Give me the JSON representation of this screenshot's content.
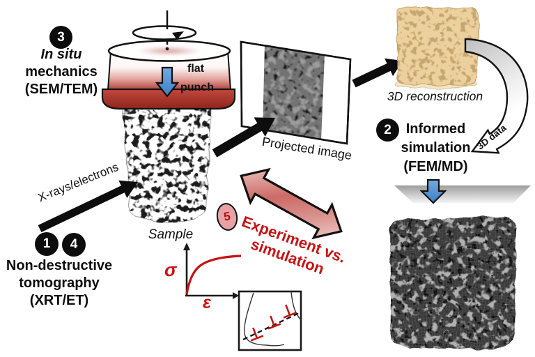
{
  "steps": {
    "mechanics": {
      "badge": "3",
      "lines": [
        "In situ",
        "mechanics",
        "(SEM/TEM)"
      ]
    },
    "tomography": {
      "badges": [
        "1",
        "4"
      ],
      "lines": [
        "Non-destructive",
        "tomography",
        "(XRT/ET)"
      ]
    },
    "simulation": {
      "badge": "2",
      "lines": [
        "Informed",
        "simulation",
        "(FEM/MD)"
      ]
    },
    "comparison": {
      "badge": "5",
      "lines": [
        "Experiment vs.",
        "simulation"
      ]
    }
  },
  "labels": {
    "flat_punch": [
      "flat",
      "punch"
    ],
    "sample": "Sample",
    "xray_beam": "X-rays/electrons",
    "projected_image": "Projected image",
    "reconstruction": "3D reconstruction",
    "data_transfer": "3D data",
    "stress": "σ",
    "strain": "ε"
  },
  "colors": {
    "badge_black": "#0d0d0d",
    "accent_red": "#c41414",
    "punch_red": "#a03028",
    "arrow_blue": "#4e95d9",
    "recon_tan": "#ecd09e",
    "comparison_pink": "#cc6a66",
    "mesh_gray": "#3a3a3a"
  }
}
